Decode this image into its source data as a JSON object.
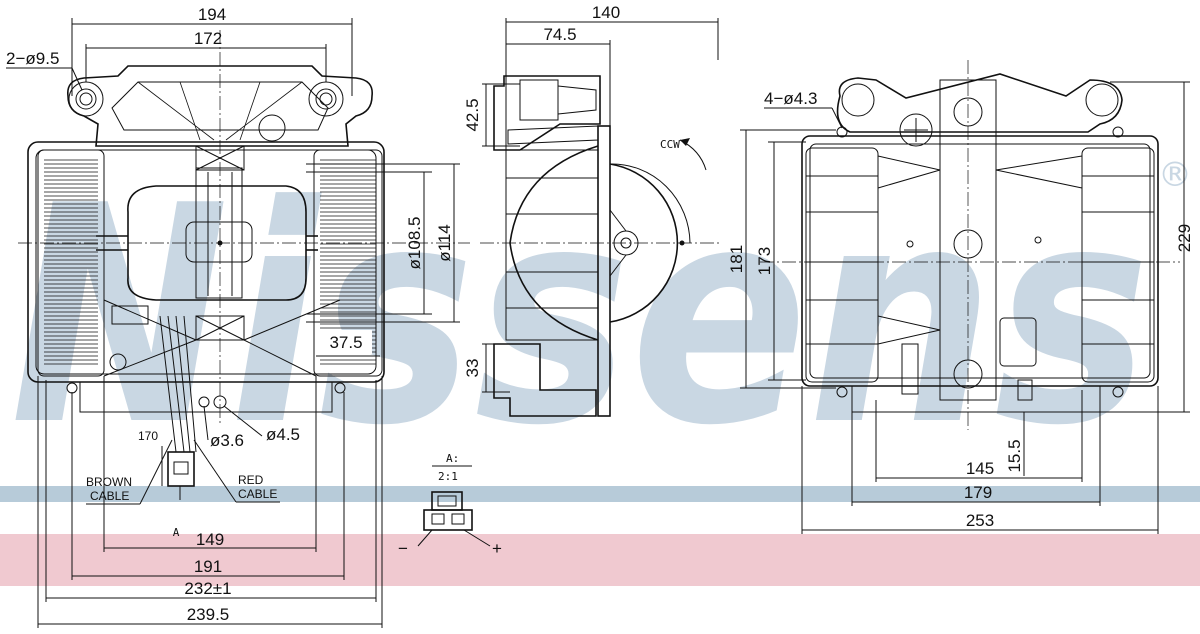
{
  "brand": {
    "watermark": "Nissens",
    "registered_mark": "®",
    "band_blue": "#b7cbd9",
    "band_red": "#f0c9d0",
    "watermark_color": "#c9d7e3"
  },
  "views": {
    "front": {
      "dims": {
        "width_top": "194",
        "hole_spacing": "172",
        "holes": "2−ø9.5",
        "motor_dia_inner": "ø108.5",
        "motor_dia_outer": "ø114",
        "wheel_width": "37.5",
        "hole_small_a": "ø3.6",
        "hole_small_b": "ø4.5",
        "cable_length": "170",
        "width_149": "149",
        "width_191": "191",
        "width_232": "232±1",
        "width_239": "239.5"
      },
      "labels": {
        "brown_cable_1": "BROWN",
        "brown_cable_2": "CABLE",
        "red_cable_1": "RED",
        "red_cable_2": "CABLE",
        "detail_ref": "A"
      }
    },
    "side": {
      "dims": {
        "depth_total": "140",
        "depth_74": "74.5",
        "height_42": "42.5",
        "height_33": "33",
        "rotation": "CCW"
      }
    },
    "rear": {
      "dims": {
        "holes": "4−ø4.3",
        "height_181": "181",
        "height_173": "173",
        "height_229": "229",
        "height_15": "15.5",
        "width_145": "145",
        "width_179": "179",
        "width_253": "253"
      }
    },
    "detail": {
      "title": "A:",
      "scale": "2:1",
      "minus": "−",
      "plus": "+"
    }
  }
}
